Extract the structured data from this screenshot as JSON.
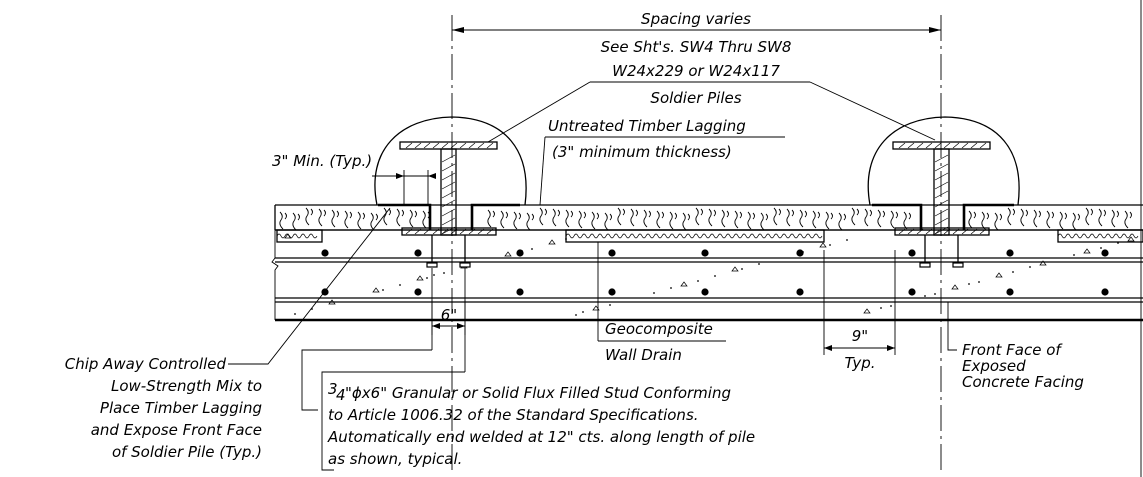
{
  "labels": {
    "spacing_top": "Spacing varies",
    "spacing_bottom": "See Sht's. SW4 Thru SW8",
    "pile_size": "W24x229 or W24x117",
    "pile_name": "Soldier Piles",
    "lagging_top": "Untreated Timber Lagging",
    "lagging_bottom": "(3\" minimum thickness)",
    "min_clear": "3\" Min. (Typ.)",
    "dim_6": "6\"",
    "dim_9": "9\"",
    "dim_9_typ": "Typ.",
    "drain_top": "Geocomposite",
    "drain_bottom": "Wall Drain",
    "front_face": [
      "Front Face of",
      "Exposed",
      "Concrete Facing"
    ],
    "chip_away": [
      "Chip Away Controlled",
      "Low-Strength Mix to",
      "Place Timber Lagging",
      "and Expose Front Face",
      "of Soldier Pile (Typ.)"
    ],
    "stud_frac_num": "3",
    "stud_frac_den": "4",
    "stud_lines": [
      "\"ϕx6\" Granular or Solid Flux Filled Stud Conforming",
      "to Article 1006.32 of the Standard Specifications.",
      "Automatically end welded at 12\" cts. along length of pile",
      "as shown, typical."
    ]
  },
  "colors": {
    "line": "#000000",
    "background": "#ffffff"
  }
}
